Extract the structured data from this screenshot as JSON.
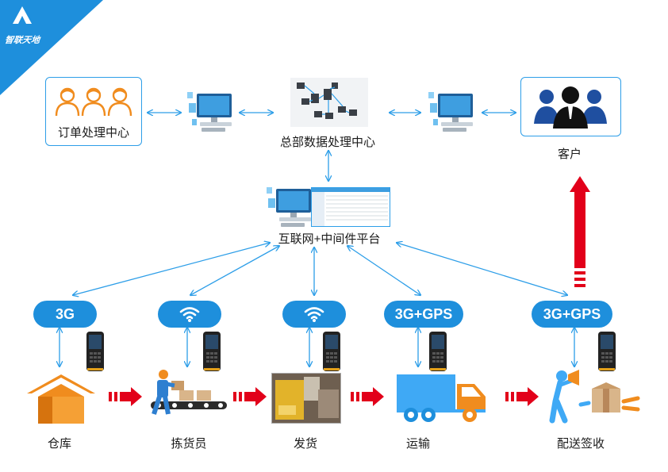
{
  "brand": {
    "logo_text": "智联天地",
    "accent": "#1e8fdc"
  },
  "top": {
    "order_center": "订单处理中心",
    "hq_center": "总部数据处理中心",
    "customer": "客户"
  },
  "middle": {
    "platform": "互联网+中间件平台"
  },
  "badges": {
    "b1": "3G",
    "b4": "3G+GPS",
    "b5": "3G+GPS"
  },
  "flow": {
    "warehouse": "仓库",
    "picker": "拣货员",
    "ship": "发货",
    "transport": "运输",
    "delivery": "配送签收"
  },
  "colors": {
    "arrow_red": "#e2001a",
    "line_blue": "#2d9ee8",
    "truck_blue": "#3fa9f5",
    "orange": "#f08c1e"
  }
}
